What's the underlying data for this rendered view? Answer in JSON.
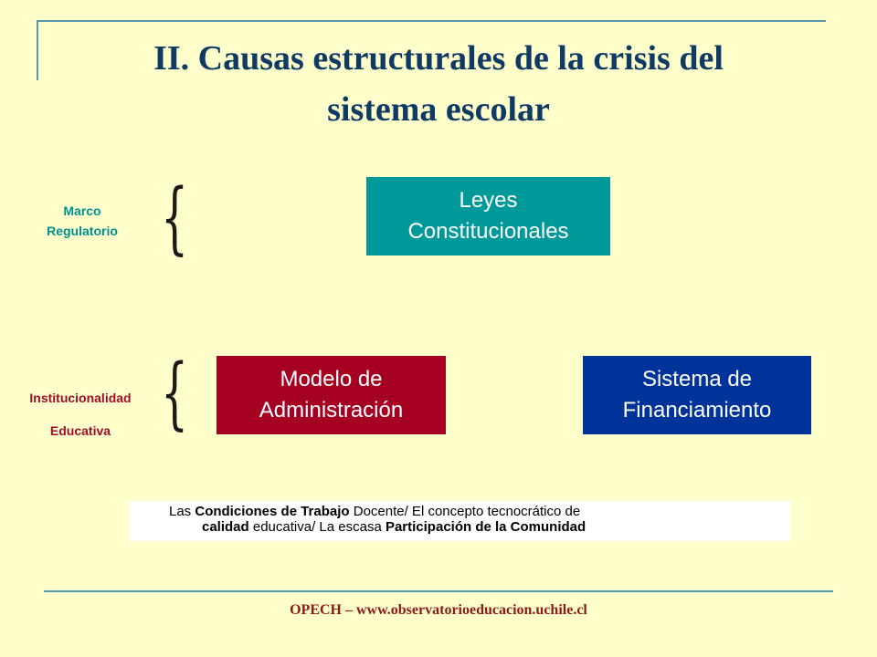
{
  "title": {
    "line1": "II. Causas estructurales de la crisis del",
    "line2": "sistema escolar"
  },
  "labels": {
    "marco_1": "Marco",
    "marco_2": "Regulatorio",
    "inst_1": "Institucionalidad",
    "inst_2": "Educativa"
  },
  "braces": {
    "symbol": "{"
  },
  "boxes": {
    "leyes_1": "Leyes",
    "leyes_2": "Constitucionales",
    "modelo_1": "Modelo de",
    "modelo_2": "Administración",
    "financ_1": "Sistema de",
    "financ_2": "Financiamiento"
  },
  "conditions": {
    "p1": "Las ",
    "b1": "Condiciones de Trabajo",
    "p2": " Docente/ El concepto tecnocrático de",
    "b2": "calidad",
    "p3": " educativa/ La escasa ",
    "b3": "Participación de la Comunidad"
  },
  "footer": "OPECH – www.observatorioeducacion.uchile.cl",
  "colors": {
    "background": "#ffffcc",
    "title": "#0e3a63",
    "marco_label": "#00908f",
    "inst_label": "#9e0d2c",
    "leyes_box": "#009999",
    "modelo_box": "#a50021",
    "financ_box": "#003399",
    "rule": "#5b97b3",
    "footer": "#8a1a18"
  }
}
